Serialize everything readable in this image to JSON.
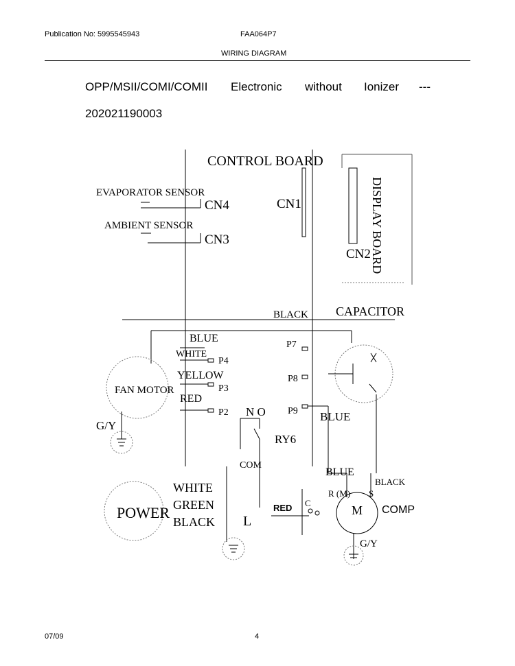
{
  "header": {
    "publication": "Publication No: 5995545943",
    "model": "FAA064P7",
    "section": "WIRING DIAGRAM"
  },
  "title": {
    "line1": [
      "OPP/MSII/COMI/COMII",
      "Electronic",
      "without",
      "Ionizer",
      "---"
    ],
    "line2": "202021190003"
  },
  "diagram": {
    "control_board": "CONTROL BOARD",
    "evaporator_sensor": "EVAPORATOR SENSOR",
    "ambient_sensor": "AMBIENT SENSOR",
    "cn4": "CN4",
    "cn3": "CN3",
    "cn1": "CN1",
    "cn2": "CN2",
    "display_board": "DISPLAY BOARD",
    "black_top": "BLACK",
    "capacitor": "CAPACITOR",
    "blue_top": "BLUE",
    "white_fan": "WHITE",
    "yellow": "YELLOW",
    "red_fan": "RED",
    "p4": "P4",
    "p3": "P3",
    "p2": "P2",
    "p7": "P7",
    "p8": "P8",
    "p9": "P9",
    "blue_p9": "BLUE",
    "fan_motor": "FAN MOTOR",
    "gy_fan": "G/Y",
    "no": "N O",
    "ry6": "RY6",
    "com": "COM",
    "blue_comp": "BLUE",
    "black_comp": "BLACK",
    "r_m": "R (M)",
    "s": "S",
    "c": "C",
    "red_comp": "RED",
    "m": "M",
    "comp": "COMP",
    "gy_comp": "G/Y",
    "white_pw": "WHITE",
    "green": "GREEN",
    "black_pw": "BLACK",
    "l": "L",
    "power": "POWER"
  },
  "footer": {
    "date": "07/09",
    "page": "4"
  }
}
